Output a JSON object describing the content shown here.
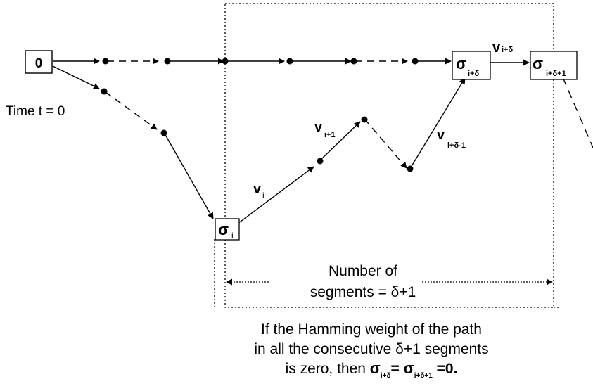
{
  "nodes": {
    "start": {
      "label": "0"
    },
    "sigma_i": {
      "symbol": "σ",
      "sub": "i"
    },
    "sigma_i_delta": {
      "symbol": "σ",
      "sub": "i+δ"
    },
    "sigma_i_delta1": {
      "symbol": "σ",
      "sub": "i+δ+1"
    }
  },
  "labels": {
    "time": "Time t = 0",
    "v_i": {
      "main": "v",
      "sub": "i"
    },
    "v_i1": {
      "main": "v",
      "sub": "i+1"
    },
    "v_id1": {
      "main": "v",
      "sub": "i+δ-1"
    },
    "v_id": {
      "main": "v",
      "sub": "i+δ"
    }
  },
  "segment_label": {
    "line1": "Number of",
    "line2": "segments = δ+1"
  },
  "caption": {
    "line1": "If the Hamming weight of the path",
    "line2": "in all the consecutive δ+1 segments",
    "line3_prefix": "is zero, then ",
    "sym1": "σ",
    "sub1": "i+δ",
    "equals": "= ",
    "sym2": "σ",
    "sub2": "i+δ+1",
    "suffix": " =0."
  }
}
